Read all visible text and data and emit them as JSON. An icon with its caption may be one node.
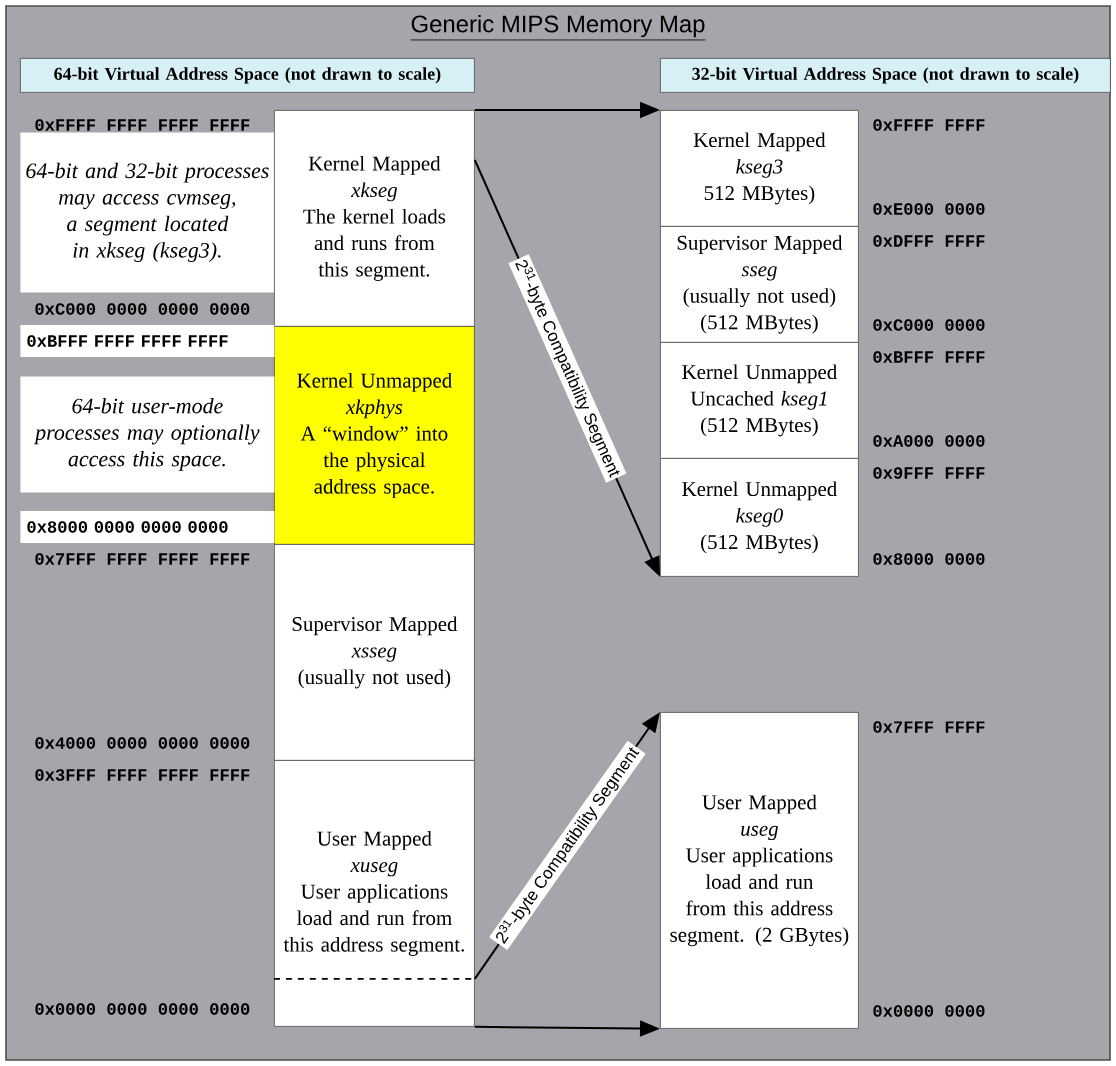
{
  "diagram": {
    "title": "Generic MIPS Memory Map",
    "nodes": [
      {
        "text": [
          "64-bit Virtual Address Space (not drawn to scale)"
        ]
      },
      {
        "text": [
          "32-bit Virtual Address Space (not drawn to scale)"
        ]
      },
      {
        "text": [
          "64-bit and 32-bit processes may access cvmseg, a segment located in xkseg (kseg3)."
        ]
      },
      {
        "text": [
          "Kernel Mapped",
          "*xkseg*",
          "The kernel loads and runs from this segment."
        ]
      },
      {
        "text": [
          "Kernel Unmapped",
          "*xkphys*",
          "A “window” into the physical address space."
        ],
        "beside": [
          "0xBFFF FFFF FFFF FFFF",
          "0x8000 0000 0000 0000"
        ]
      },
      {
        "text": [
          "64-bit user-mode processes may optionally access this space."
        ]
      },
      {
        "text": [
          "Supervisor Mapped",
          "*xsseg*",
          "(usually not used)"
        ],
        "beside": [
          "0x7FFF FFFF FFFF FFFF",
          "0x4000 0000 0000 0000"
        ]
      },
      {
        "text": [
          "User Mapped",
          "*xuseg*",
          "User applications load and run from this address segment."
        ],
        "beside": [
          "0x3FFF FFFF FFFF FFFF",
          "0x0000 0000 0000 0000"
        ]
      },
      {
        "text": [
          "Kernel Mapped",
          "*kseg3*",
          "512 MBytes)"
        ],
        "beside": [
          "0xFFFF FFFF",
          "0xE000 0000"
        ]
      },
      {
        "text": [
          "Supervisor Mapped",
          "*sseg*",
          "(usually not used)",
          "(512 MBytes)"
        ],
        "beside": [
          "0xDFFF FFFF",
          "0xC000 0000"
        ]
      },
      {
        "text": [
          "Kernel Unmapped",
          "Uncached *kseg1*",
          "(512 MBytes)"
        ],
        "beside": [
          "0xBFFF FFFF",
          "0xA000 0000"
        ]
      },
      {
        "text": [
          "Kernel Unmapped",
          "*kseg0*",
          "(512 MBytes)"
        ],
        "beside": [
          "0x9FFF FFFF",
          "0x8000 0000"
        ]
      },
      {
        "text": [
          "User Mapped",
          "*useg*",
          "User applications load and run from this address segment. (2 GBytes)"
        ],
        "beside": [
          "0x7FFF FFFF",
          "0x0000 0000"
        ]
      }
    ],
    "edges": [
      {
        "from": 3,
        "to": 8,
        "arrow": "to"
      },
      {
        "from": 3,
        "to": 11,
        "arrow": "to",
        "label": "2$^{31}$-byte Compatibility Segment"
      },
      {
        "from": 7,
        "to": 12,
        "arrow": "to",
        "label": "2$^{31}$-byte Compatibility Segment"
      },
      {
        "from": 7,
        "to": 12,
        "arrow": "to"
      }
    ],
    "labels": [
      "0xFFFF FFFF FFFF FFFF",
      "0xC000 0000 0000 0000"
    ]
  }
}
